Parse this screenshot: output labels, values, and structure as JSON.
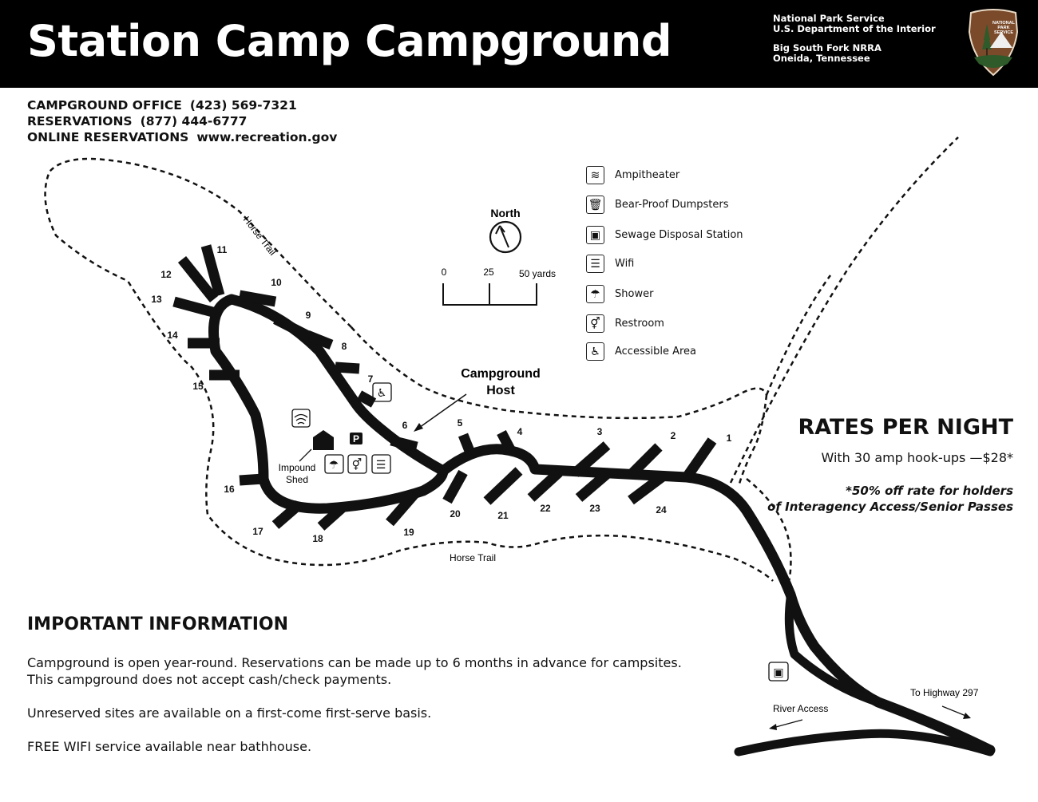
{
  "header": {
    "title": "Station Camp Campground",
    "agency_lines": [
      "National Park Service",
      "U.S. Department of the Interior"
    ],
    "location_lines": [
      "Big South Fork NRRA",
      "Oneida, Tennessee"
    ],
    "logo_text": [
      "NATIONAL",
      "PARK",
      "SERVICE"
    ],
    "background_color": "#000000"
  },
  "contacts": [
    {
      "label": "CAMPGROUND OFFICE",
      "value": "(423) 569-7321"
    },
    {
      "label": "RESERVATIONS",
      "value": "(877) 444-6777"
    },
    {
      "label": "ONLINE RESERVATIONS",
      "value": "www.recreation.gov"
    }
  ],
  "compass": {
    "label": "North"
  },
  "scale": {
    "ticks": [
      "0",
      "25",
      "50 yards"
    ]
  },
  "legend": [
    {
      "icon": "amphitheater-icon",
      "glyph": "≋",
      "label": "Ampitheater"
    },
    {
      "icon": "dumpster-icon",
      "glyph": "🗑",
      "label": "Bear-Proof Dumpsters"
    },
    {
      "icon": "sewage-icon",
      "glyph": "▣",
      "label": "Sewage Disposal Station"
    },
    {
      "icon": "wifi-icon",
      "glyph": "☰",
      "label": "Wifi"
    },
    {
      "icon": "shower-icon",
      "glyph": "☂",
      "label": "Shower"
    },
    {
      "icon": "restroom-icon",
      "glyph": "⚥",
      "label": "Restroom"
    },
    {
      "icon": "accessible-icon",
      "glyph": "♿",
      "label": "Accessible Area"
    }
  ],
  "map": {
    "sites": [
      "1",
      "2",
      "3",
      "4",
      "5",
      "6",
      "7",
      "8",
      "9",
      "10",
      "11",
      "12",
      "13",
      "14",
      "15",
      "16",
      "17",
      "18",
      "19",
      "20",
      "21",
      "22",
      "23",
      "24"
    ],
    "trail_labels": [
      "Horse Trail",
      "Horse Trail"
    ],
    "host_label": [
      "Campground",
      "Host"
    ],
    "impound_label": [
      "Impound",
      "Shed"
    ],
    "parking_label": "P",
    "river_access": "River Access",
    "highway": "To Highway 297"
  },
  "rates": {
    "title": "RATES PER NIGHT",
    "line": "With 30 amp hook-ups —$28*",
    "note": [
      "*50% off rate for holders",
      "of Interagency Access/Senior Passes"
    ]
  },
  "info": {
    "title": "IMPORTANT INFORMATION",
    "paragraphs": [
      [
        "Campground is open year-round. Reservations can be made up to 6 months in advance for campsites.",
        "This campground does not accept cash/check payments."
      ],
      [
        "Unreserved sites are available on a first-come first-serve basis."
      ],
      [
        "FREE WIFI service available near bathhouse."
      ]
    ]
  }
}
